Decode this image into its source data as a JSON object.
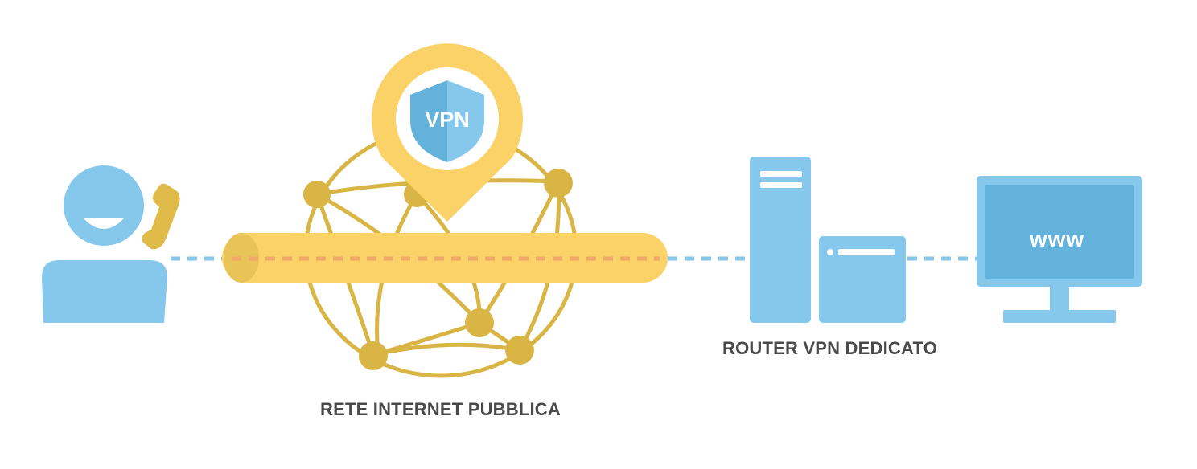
{
  "labels": {
    "internet": "RETE INTERNET PUBBLICA",
    "router": "ROUTER VPN DEDICATO"
  },
  "badge": {
    "text": "VPN",
    "icon": "shield-icon"
  },
  "monitor": {
    "text": "www",
    "icon": "monitor-icon"
  },
  "icons": {
    "user": "user-icon",
    "phone": "phone-icon",
    "network": "globe-network-icon",
    "tunnel": "vpn-tunnel",
    "location": "location-pin-icon",
    "router": "server-router-icon"
  },
  "colors": {
    "blue": "#86c7ec",
    "blue_dark": "#63b2db",
    "yellow": "#fbd268",
    "yellow_dark": "#e0bb4a",
    "gold_node": "#d8b544",
    "text": "#4a4a4a"
  }
}
